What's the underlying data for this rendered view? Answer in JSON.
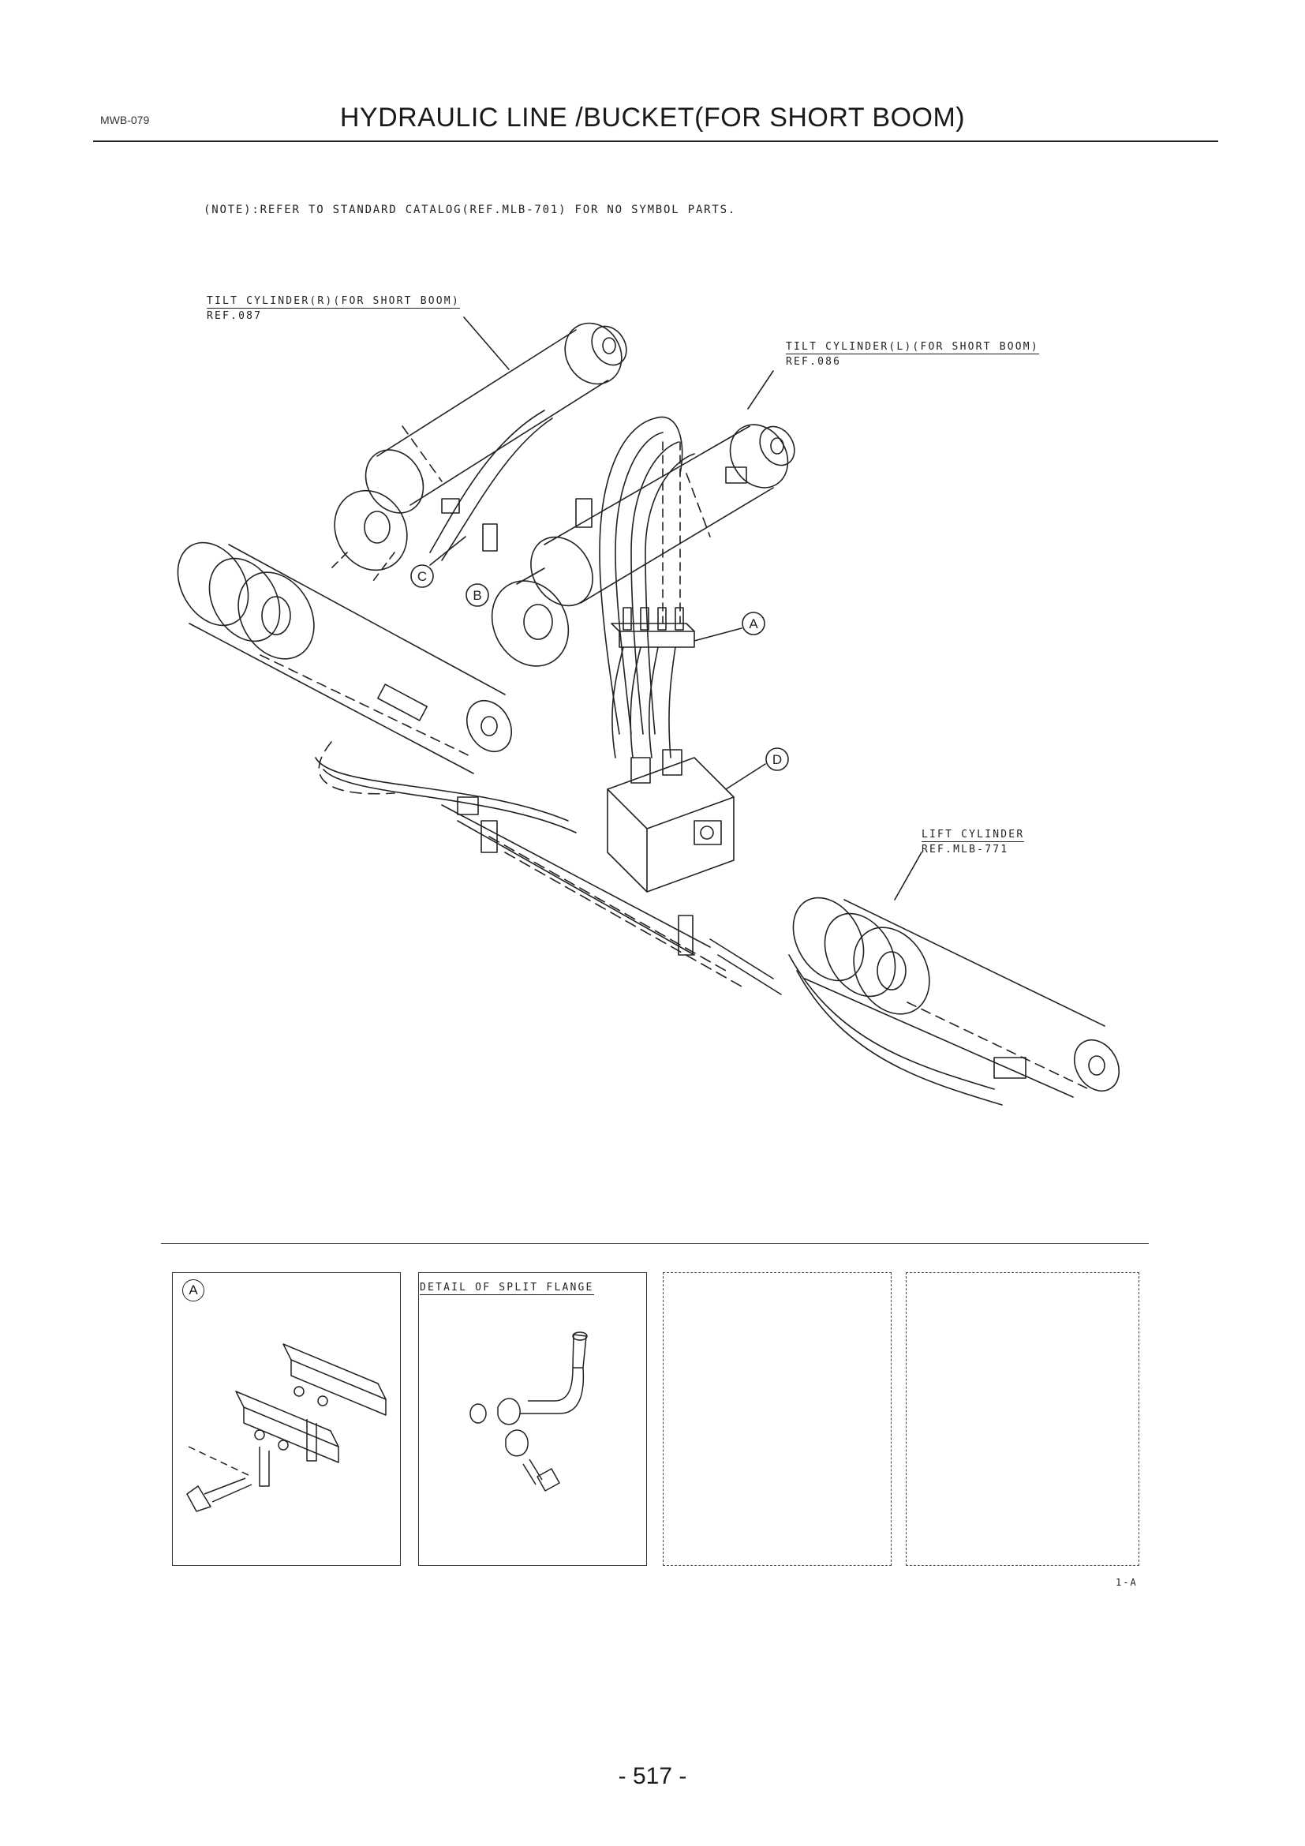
{
  "header": {
    "code": "MWB-079",
    "title": "HYDRAULIC LINE /BUCKET(FOR SHORT BOOM)"
  },
  "note": "(NOTE):REFER TO STANDARD CATALOG(REF.MLB-701) FOR NO SYMBOL PARTS.",
  "callouts": [
    {
      "label": "TILT CYLINDER(R)(FOR SHORT BOOM)",
      "ref": "REF.087"
    },
    {
      "label": "TILT CYLINDER(L)(FOR SHORT BOOM)",
      "ref": "REF.086"
    },
    {
      "label": "LIFT CYLINDER",
      "ref": "REF.MLB-771"
    }
  ],
  "markers": [
    "A",
    "B",
    "C",
    "D"
  ],
  "panels": {
    "detail_a_marker": "A",
    "split_flange_title": "DETAIL OF SPLIT FLANGE"
  },
  "revision": "1-A",
  "page_number": "- 517 -"
}
